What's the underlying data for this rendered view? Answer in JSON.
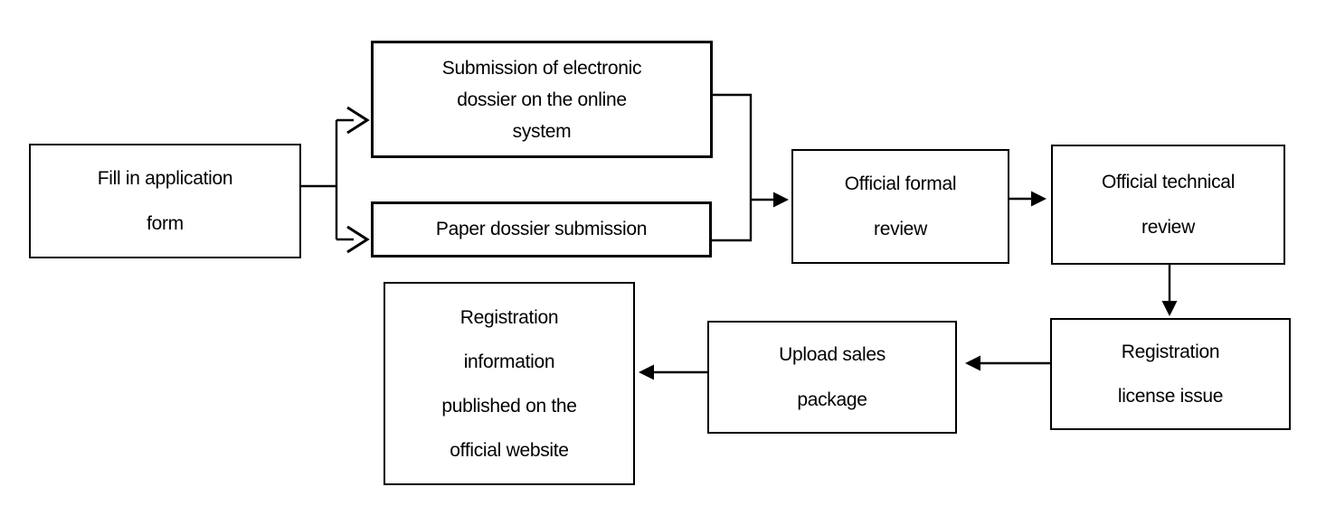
{
  "diagram": {
    "type": "flowchart",
    "background_color": "#ffffff",
    "line_color": "#000000",
    "text_color": "#000000",
    "nodes": [
      {
        "id": "fill-application-form",
        "label": "Fill in application\nform"
      },
      {
        "id": "electronic-dossier-submission",
        "label": "Submission of electronic\ndossier on the online\nsystem"
      },
      {
        "id": "paper-dossier-submission",
        "label": "Paper dossier submission"
      },
      {
        "id": "official-formal-review",
        "label": "Official formal\nreview"
      },
      {
        "id": "official-technical-review",
        "label": "Official technical\nreview"
      },
      {
        "id": "registration-license-issue",
        "label": "Registration\nlicense issue"
      },
      {
        "id": "upload-sales-package",
        "label": "Upload sales\npackage"
      },
      {
        "id": "registration-info-published",
        "label": "Registration\ninformation\npublished on the\nofficial website"
      }
    ],
    "edges": [
      {
        "from": "fill-application-form",
        "to": "electronic-dossier-submission",
        "arrowhead": "open"
      },
      {
        "from": "fill-application-form",
        "to": "paper-dossier-submission",
        "arrowhead": "open"
      },
      {
        "from": "electronic-dossier-submission",
        "to": "official-formal-review",
        "arrowhead": "filled"
      },
      {
        "from": "paper-dossier-submission",
        "to": "official-formal-review",
        "arrowhead": "filled"
      },
      {
        "from": "official-formal-review",
        "to": "official-technical-review",
        "arrowhead": "filled"
      },
      {
        "from": "official-technical-review",
        "to": "registration-license-issue",
        "arrowhead": "filled"
      },
      {
        "from": "registration-license-issue",
        "to": "upload-sales-package",
        "arrowhead": "filled"
      },
      {
        "from": "upload-sales-package",
        "to": "registration-info-published",
        "arrowhead": "filled"
      }
    ]
  }
}
